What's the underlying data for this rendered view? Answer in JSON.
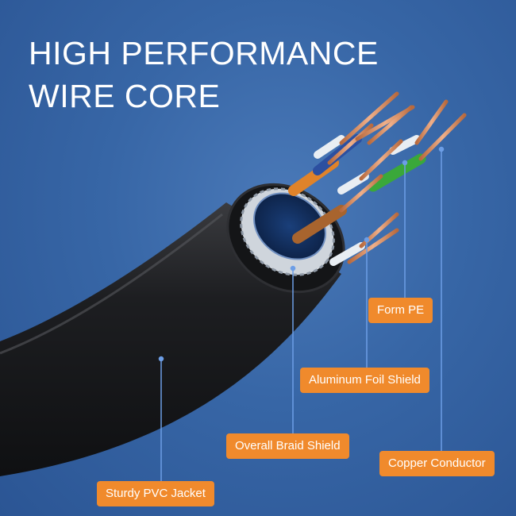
{
  "headline": {
    "line1": "HIGH PERFORMANCE",
    "line2": "WIRE CORE"
  },
  "callouts": {
    "form_pe": "Form PE",
    "aluminum_foil_shield": "Aluminum Foil Shield",
    "overall_braid_shield": "Overall Braid Shield",
    "copper_conductor": "Copper Conductor",
    "sturdy_pvc_jacket": "Sturdy PVC Jacket"
  },
  "colors": {
    "background": "#3766a6",
    "label_fill": "#f08a2c",
    "jacket": "#1c1c1e",
    "copper": "#d98a5a",
    "pair_orange": "#e0832a",
    "pair_green": "#3aa83a",
    "pair_blue": "#2c4fa0",
    "pair_brown": "#a8642e"
  }
}
